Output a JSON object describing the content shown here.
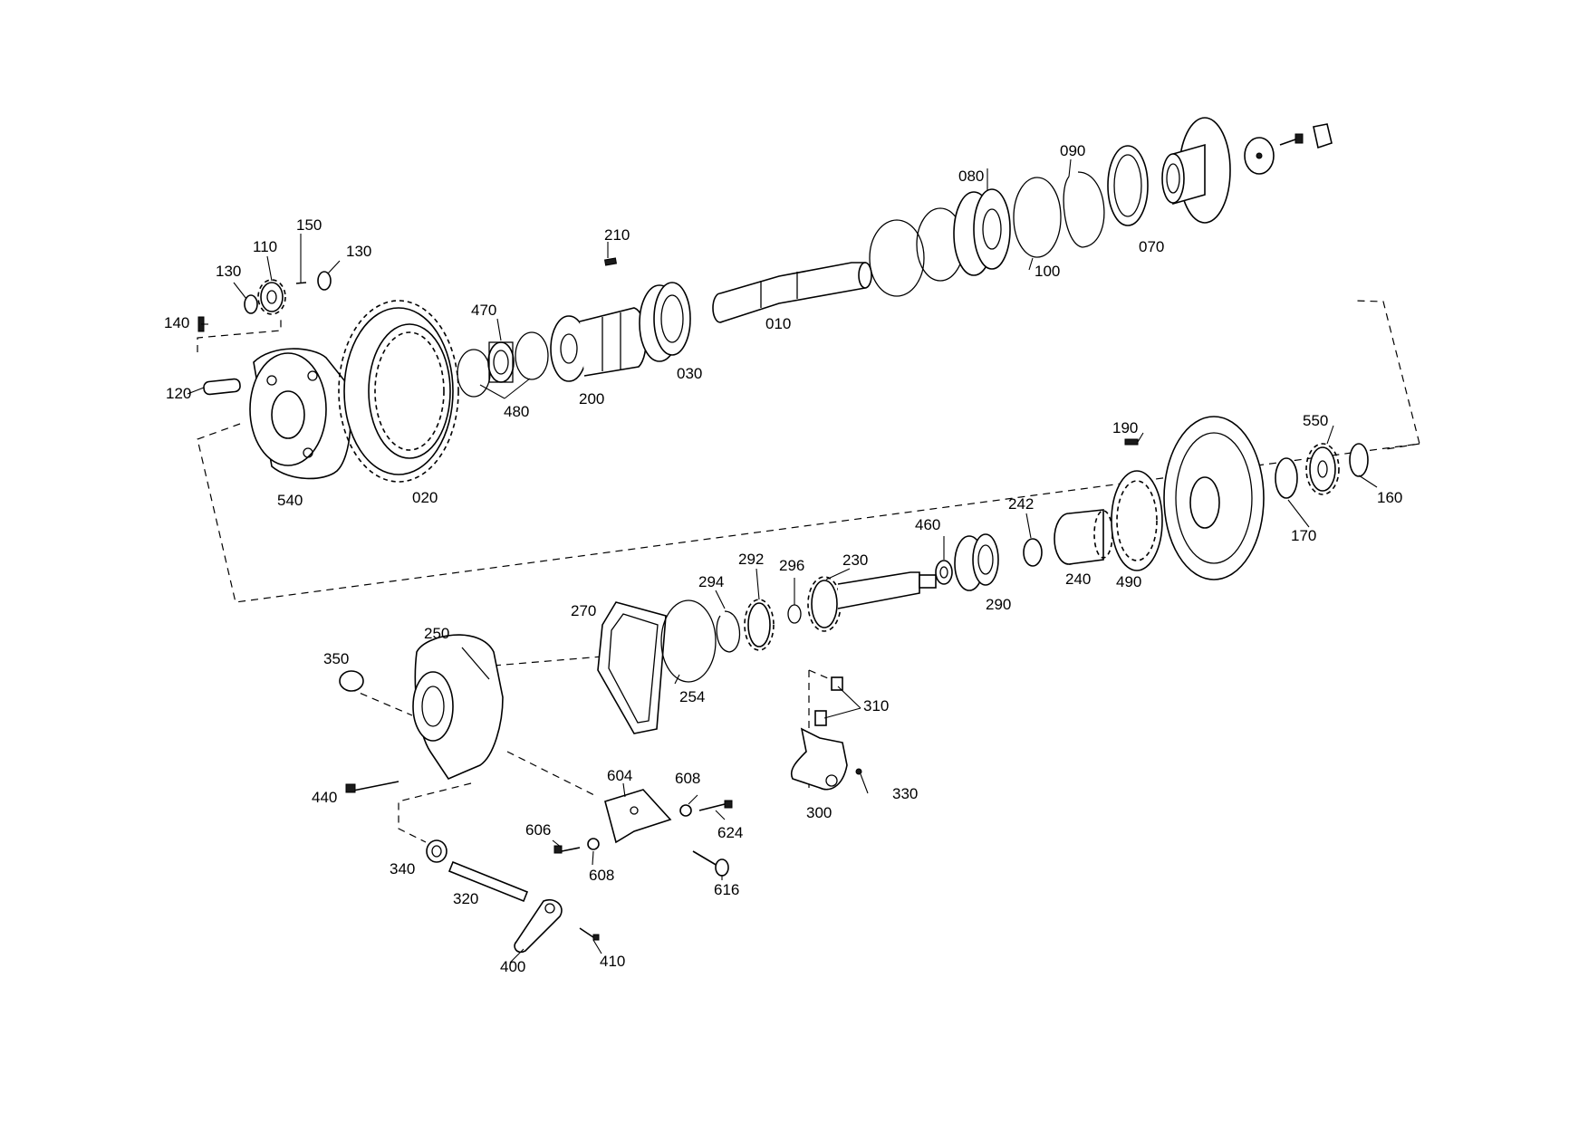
{
  "parts": [
    {
      "key": "p010",
      "number": "010"
    },
    {
      "key": "p020",
      "number": "020"
    },
    {
      "key": "p030",
      "number": "030"
    },
    {
      "key": "p070",
      "number": "070"
    },
    {
      "key": "p080",
      "number": "080"
    },
    {
      "key": "p090",
      "number": "090"
    },
    {
      "key": "p100",
      "number": "100"
    },
    {
      "key": "p110",
      "number": "110"
    },
    {
      "key": "p120",
      "number": "120"
    },
    {
      "key": "p130a",
      "number": "130"
    },
    {
      "key": "p130b",
      "number": "130"
    },
    {
      "key": "p140",
      "number": "140"
    },
    {
      "key": "p150",
      "number": "150"
    },
    {
      "key": "p160",
      "number": "160"
    },
    {
      "key": "p170",
      "number": "170"
    },
    {
      "key": "p190",
      "number": "190"
    },
    {
      "key": "p200",
      "number": "200"
    },
    {
      "key": "p210",
      "number": "210"
    },
    {
      "key": "p230",
      "number": "230"
    },
    {
      "key": "p240",
      "number": "240"
    },
    {
      "key": "p242",
      "number": "242"
    },
    {
      "key": "p250",
      "number": "250"
    },
    {
      "key": "p254",
      "number": "254"
    },
    {
      "key": "p270",
      "number": "270"
    },
    {
      "key": "p290",
      "number": "290"
    },
    {
      "key": "p292",
      "number": "292"
    },
    {
      "key": "p294",
      "number": "294"
    },
    {
      "key": "p296",
      "number": "296"
    },
    {
      "key": "p300",
      "number": "300"
    },
    {
      "key": "p310",
      "number": "310"
    },
    {
      "key": "p320",
      "number": "320"
    },
    {
      "key": "p330",
      "number": "330"
    },
    {
      "key": "p340",
      "number": "340"
    },
    {
      "key": "p350",
      "number": "350"
    },
    {
      "key": "p400",
      "number": "400"
    },
    {
      "key": "p410",
      "number": "410"
    },
    {
      "key": "p440",
      "number": "440"
    },
    {
      "key": "p460",
      "number": "460"
    },
    {
      "key": "p470",
      "number": "470"
    },
    {
      "key": "p480",
      "number": "480"
    },
    {
      "key": "p490",
      "number": "490"
    },
    {
      "key": "p540",
      "number": "540"
    },
    {
      "key": "p550",
      "number": "550"
    },
    {
      "key": "p604",
      "number": "604"
    },
    {
      "key": "p606",
      "number": "606"
    },
    {
      "key": "p608a",
      "number": "608"
    },
    {
      "key": "p608b",
      "number": "608"
    },
    {
      "key": "p616",
      "number": "616"
    },
    {
      "key": "p624",
      "number": "624"
    }
  ]
}
